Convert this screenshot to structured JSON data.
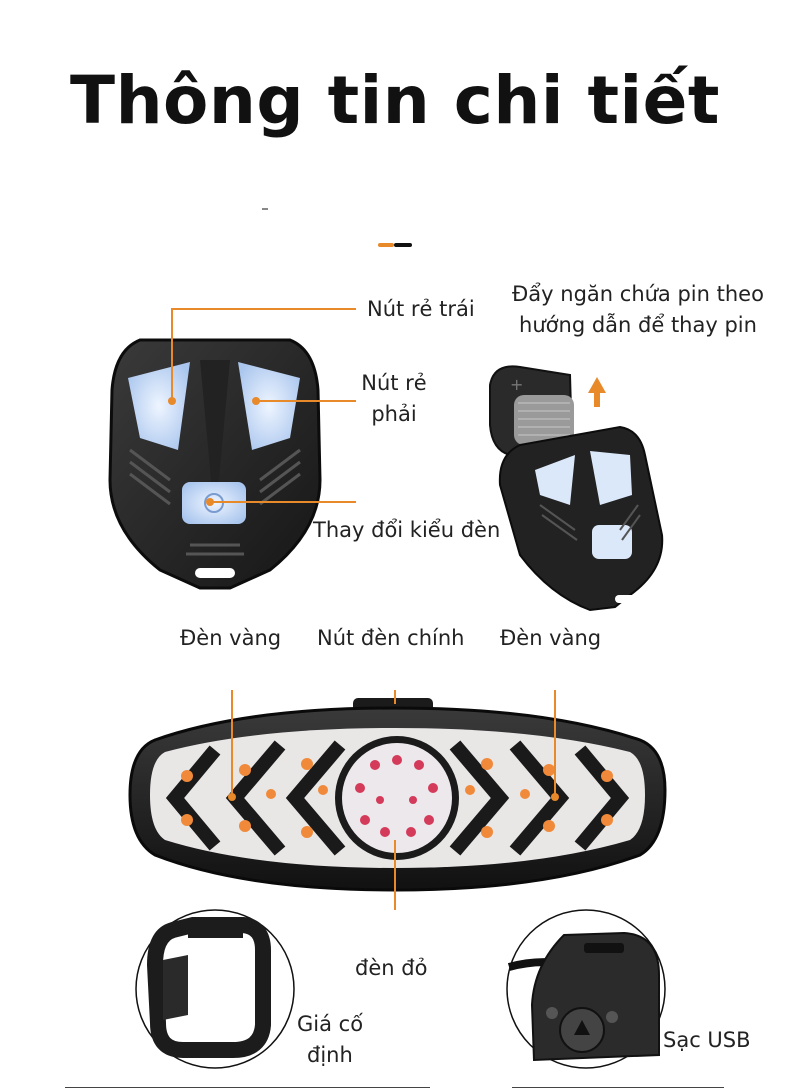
{
  "page_title": "Thông tin chi tiết",
  "accent_color": "#e8892a",
  "remote": {
    "left_turn_label": "Nút rẻ trái",
    "right_turn_label_line1": "Nút rẻ",
    "right_turn_label_line2": "phải",
    "mode_label": "Thay đổi kiểu đèn"
  },
  "battery": {
    "label_line1": "Đẩy ngăn chứa pin theo",
    "label_line2": "hướng dẫn để thay pin"
  },
  "taillight": {
    "yellow_left_label": "Đèn vàng",
    "main_button_label": "Nút đèn chính",
    "yellow_right_label": "Đèn vàng",
    "red_label": "đèn đỏ"
  },
  "mount": {
    "label_line1": "Giá cố",
    "label_line2": "định"
  },
  "usb": {
    "label": "Sạc USB"
  }
}
